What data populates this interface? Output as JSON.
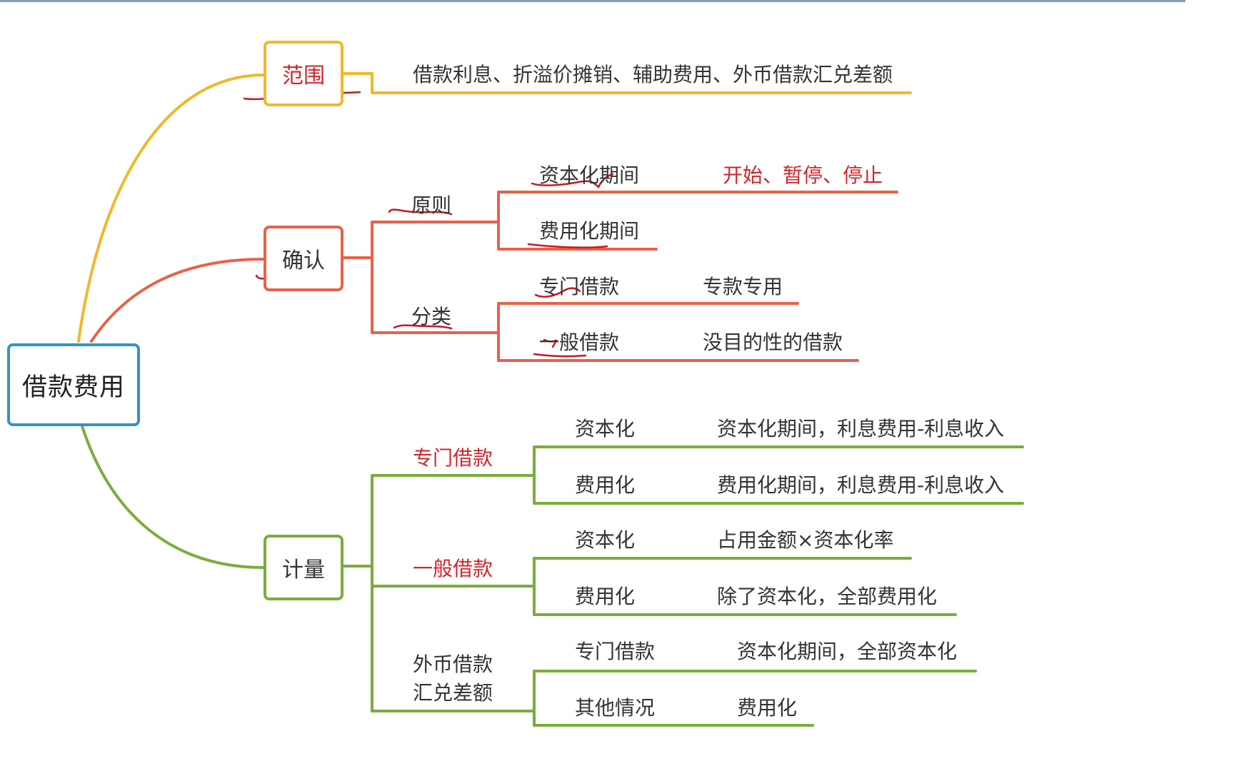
{
  "colors": {
    "root": "#2f95c8",
    "scope": "#f2b72a",
    "recognition": "#e8614a",
    "measurement": "#79ad3c",
    "highlight_text": "#d0252b",
    "annotation_pen": "#c8191f"
  },
  "root": {
    "label": "借款费用"
  },
  "scope": {
    "label": "范围",
    "detail": "借款利息、折溢价摊销、辅助费用、外币借款汇兑差额"
  },
  "recognition": {
    "label": "确认",
    "principle": {
      "label": "原则",
      "capitalization_period": "资本化期间",
      "capitalization_note": "开始、暂停、停止",
      "expense_period": "费用化期间"
    },
    "classification": {
      "label": "分类",
      "specific": "专门借款",
      "specific_note": "专款专用",
      "general": "一般借款",
      "general_note": "没目的性的借款"
    }
  },
  "measurement": {
    "label": "计量",
    "specific": {
      "label": "专门借款",
      "cap": "资本化",
      "cap_note": "资本化期间，利息费用-利息收入",
      "exp": "费用化",
      "exp_note": "费用化期间，利息费用-利息收入"
    },
    "general": {
      "label": "一般借款",
      "cap": "资本化",
      "cap_note": "占用金额×资本化率",
      "exp": "费用化",
      "exp_note": "除了资本化，全部费用化"
    },
    "fx": {
      "label_line1": "外币借款",
      "label_line2": "汇兑差额",
      "specific": "专门借款",
      "specific_note": "资本化期间，全部资本化",
      "other": "其他情况",
      "other_note": "费用化"
    }
  }
}
